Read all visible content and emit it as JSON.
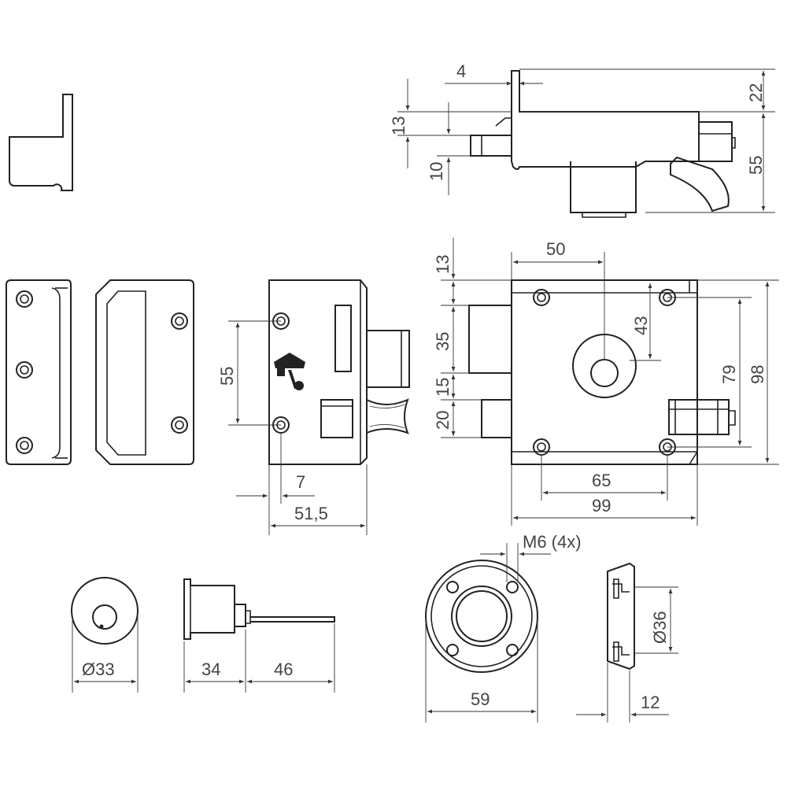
{
  "dimensions": {
    "top_4": "4",
    "top_22": "22",
    "top_13": "13",
    "top_10": "10",
    "top_55": "55",
    "front_50": "50",
    "front_13": "13",
    "front_35": "35",
    "front_43": "43",
    "front_15": "15",
    "front_20": "20",
    "front_79": "79",
    "front_98": "98",
    "front_65": "65",
    "front_99": "99",
    "side_55": "55",
    "side_7": "7",
    "side_51_5": "51,5",
    "cyl_dia_33": "Ø33",
    "cyl_34": "34",
    "cyl_46": "46",
    "rose_m6": "M6 (4x)",
    "rose_59": "59",
    "rose_dia_36": "Ø36",
    "rose_12": "12"
  },
  "colors": {
    "line": "#222222",
    "dimension": "#444444",
    "background": "#ffffff"
  },
  "icons": {
    "brand_logo": "lock-brand-logo"
  }
}
